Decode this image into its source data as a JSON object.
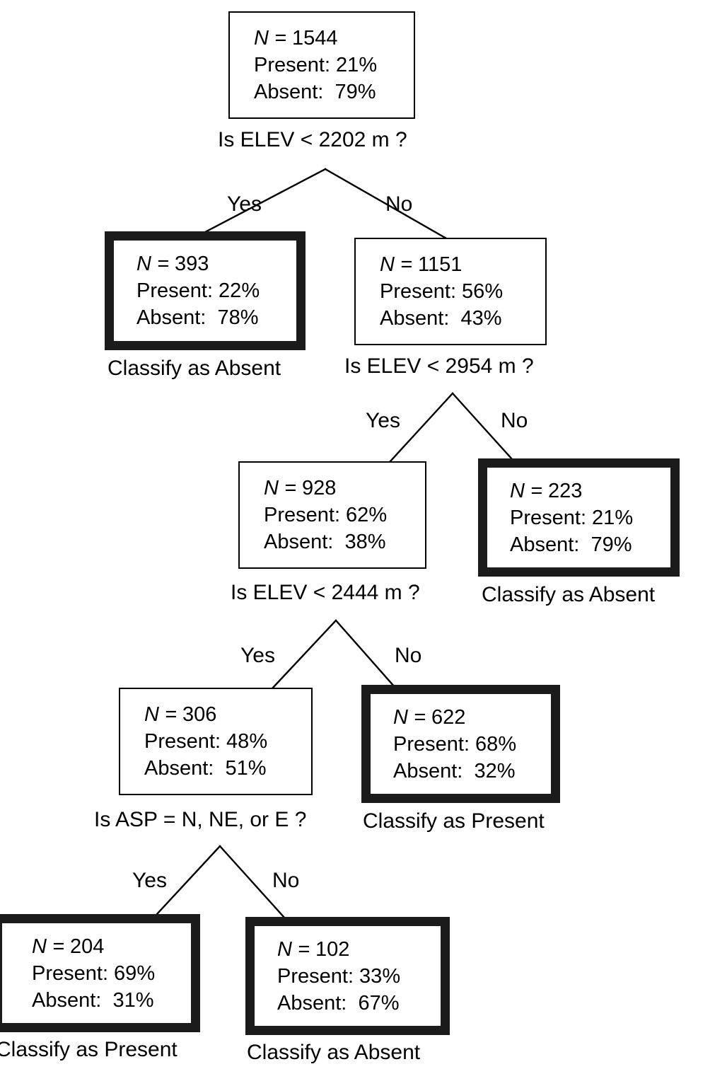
{
  "figure": {
    "type": "decision-tree",
    "background": "#ffffff",
    "line_color": "#000000",
    "leaf_border_color": "#1b1b1b"
  },
  "labels": {
    "yes": "Yes",
    "no": "No",
    "n_prefix": "N",
    "equals": " = ",
    "present_prefix": "Present: ",
    "absent_prefix": "Absent: "
  },
  "nodes": [
    {
      "id": "root",
      "kind": "internal",
      "n_label": "N",
      "n_value": "1544",
      "present": "Present: 21%",
      "absent": "Absent:  79%",
      "caption": "Is ELEV < 2202 m ?"
    },
    {
      "id": "n393",
      "kind": "leaf",
      "n_label": "N",
      "n_value": "393",
      "present": "Present: 22%",
      "absent": "Absent:  78%",
      "caption": "Classify as Absent"
    },
    {
      "id": "n1151",
      "kind": "internal",
      "n_label": "N",
      "n_value": "1151",
      "present": "Present: 56%",
      "absent": "Absent:  43%",
      "caption": "Is ELEV < 2954 m ?"
    },
    {
      "id": "n928",
      "kind": "internal",
      "n_label": "N",
      "n_value": "928",
      "present": "Present: 62%",
      "absent": "Absent:  38%",
      "caption": "Is ELEV < 2444 m ?"
    },
    {
      "id": "n223",
      "kind": "leaf",
      "n_label": "N",
      "n_value": "223",
      "present": "Present: 21%",
      "absent": "Absent:  79%",
      "caption": "Classify as Absent"
    },
    {
      "id": "n306",
      "kind": "internal",
      "n_label": "N",
      "n_value": "306",
      "present": "Present: 48%",
      "absent": "Absent:  51%",
      "caption": "Is ASP = N, NE, or E ?"
    },
    {
      "id": "n622",
      "kind": "leaf",
      "n_label": "N",
      "n_value": "622",
      "present": "Present: 68%",
      "absent": "Absent:  32%",
      "caption": "Classify as Present"
    },
    {
      "id": "n204",
      "kind": "leaf",
      "n_label": "N",
      "n_value": "204",
      "present": "Present: 69%",
      "absent": "Absent:  31%",
      "caption": "Classify as Present"
    },
    {
      "id": "n102",
      "kind": "leaf",
      "n_label": "N",
      "n_value": "102",
      "present": "Present: 33%",
      "absent": "Absent:  67%",
      "caption": "Classify as Absent"
    }
  ],
  "splits": [
    {
      "id": "split-root",
      "question": "Is ELEV < 2202 m ?",
      "yes_child": "n393",
      "no_child": "n1151"
    },
    {
      "id": "split-1151",
      "question": "Is ELEV < 2954 m ?",
      "yes_child": "n928",
      "no_child": "n223"
    },
    {
      "id": "split-928",
      "question": "Is ELEV < 2444 m ?",
      "yes_child": "n306",
      "no_child": "n622"
    },
    {
      "id": "split-306",
      "question": "Is ASP = N, NE, or E ?",
      "yes_child": "n204",
      "no_child": "n102"
    }
  ]
}
